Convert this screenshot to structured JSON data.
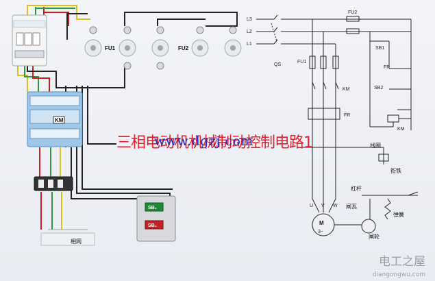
{
  "photo": {
    "fuse_group_1": "FU1",
    "fuse_group_2": "FU2",
    "contactor_label": "KM",
    "button_stop": "SB₂",
    "button_start": "SB₁",
    "bottom_terminal_label": "相网"
  },
  "schematic": {
    "line_labels": [
      "L3",
      "L2",
      "L1"
    ],
    "switch_label": "QS",
    "main_fuse": "FU1",
    "control_fuse": "FU2",
    "contactor_main": "KM",
    "thermal_relay": "FR",
    "stop_button": "SB1",
    "start_button": "SB2",
    "relay_contact": "FR",
    "coil": "KM",
    "motor_symbol": "M",
    "motor_phase": "3~",
    "terminals": [
      "U",
      "V",
      "W"
    ],
    "coil_label": "线圈",
    "armature": "衔铁",
    "lever": "杠杆",
    "spring": "弹簧",
    "brake_shoe": "闸瓦",
    "brake_wheel": "闸轮"
  },
  "overlay": {
    "title": "三相电动机机械制动控制电路1",
    "url": "www.dgzj.com",
    "brand": "电工之屋",
    "brand_url": "diangongwu.com"
  }
}
